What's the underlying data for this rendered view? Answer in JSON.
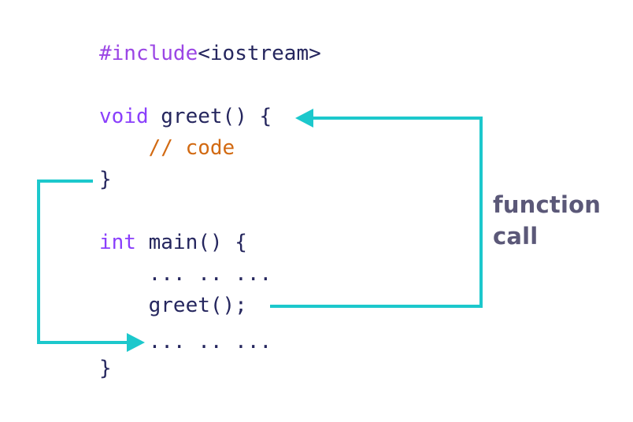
{
  "code": {
    "include_directive": "#include",
    "include_header": "<iostream>",
    "greet_kw": "void",
    "greet_sig": " greet() {",
    "greet_body_indent": "    ",
    "greet_comment": "// code",
    "greet_close": "}",
    "main_kw": "int",
    "main_sig": " main() {",
    "dots_before": "    ... .. ...",
    "call_stmt": "    greet();",
    "dots_after": "    ... .. ...",
    "main_close": "}"
  },
  "annotation": {
    "line1": "function",
    "line2": "call"
  },
  "colors": {
    "arrow": "#1cc8cc",
    "keyword": "#8a3ffc",
    "comment": "#d26a12",
    "text": "#25265e",
    "label": "#5b5878"
  }
}
